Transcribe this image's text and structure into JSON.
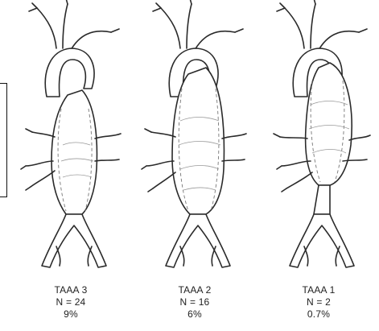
{
  "panels": [
    {
      "name": "TAAA 3",
      "n": "N = 24",
      "pct": "9%"
    },
    {
      "name": "TAAA 2",
      "n": "N = 16",
      "pct": "6%"
    },
    {
      "name": "TAAA 1",
      "n": "N = 2",
      "pct": "0.7%"
    }
  ]
}
